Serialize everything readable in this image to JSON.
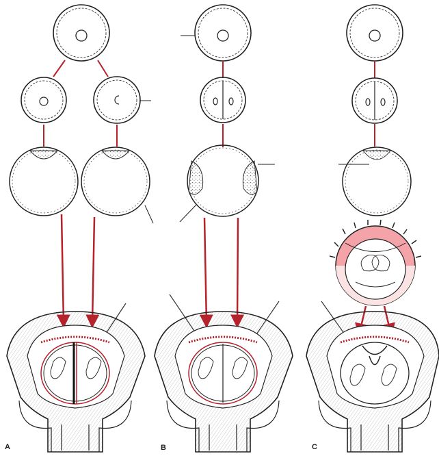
{
  "panels": {
    "a": {
      "label": "A"
    },
    "b": {
      "label": "B"
    },
    "c": {
      "label": "C"
    }
  },
  "colors": {
    "outline": "#222222",
    "arrow": "#b8202a",
    "amnion_fill": "#f4a3a8",
    "tissue_hatch": "#555555",
    "background": "#ffffff"
  }
}
